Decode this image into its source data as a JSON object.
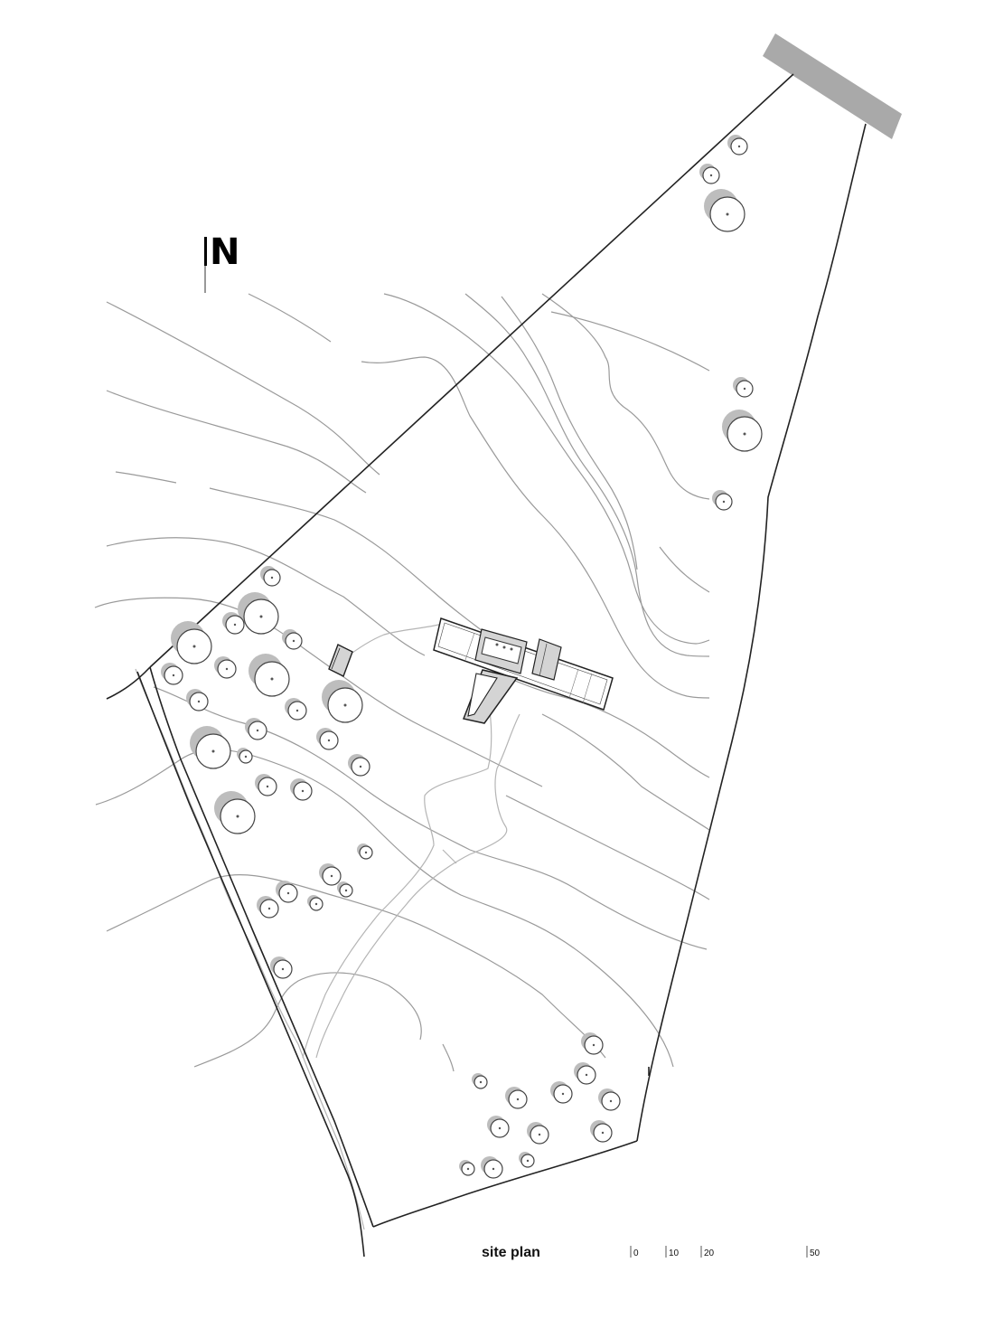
{
  "diagram": {
    "type": "site-plan",
    "north_label": "N",
    "title": "site plan",
    "scale_labels": [
      "0",
      "10",
      "20",
      "50"
    ],
    "colors": {
      "background": "#ffffff",
      "boundary": "#222222",
      "contour": "#9a9a9a",
      "path": "#b5b5b5",
      "tree_shadow": "#bdbdbd",
      "road": "#a9a9a9",
      "building": "#d4d4d4"
    }
  }
}
